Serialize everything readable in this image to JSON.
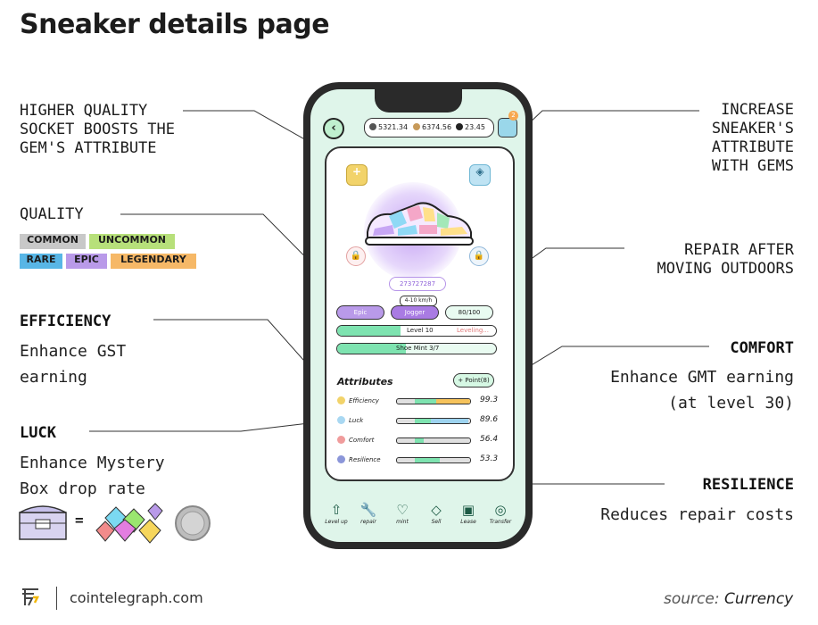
{
  "title": "Sneaker details page",
  "callouts": {
    "socket": "HIGHER QUALITY\nSOCKET BOOSTS THE\nGEM'S ATTRIBUTE",
    "quality_heading": "QUALITY",
    "quality_tags": [
      "COMMON",
      "UNCOMMON",
      "RARE",
      "EPIC",
      "LEGENDARY"
    ],
    "efficiency_heading": "EFFICIENCY",
    "efficiency_desc": "Enhance GST\nearning",
    "luck_heading": "LUCK",
    "luck_desc": "Enhance Mystery\nBox drop rate",
    "equals": "=",
    "gems": "INCREASE\nSNEAKER'S\nATTRIBUTE\nWITH GEMS",
    "repair": "REPAIR AFTER\nMOVING OUTDOORS",
    "comfort_heading": "COMFORT",
    "comfort_desc": "Enhance GMT earning\n(at level 30)",
    "resilience_heading": "RESILIENCE",
    "resilience_desc": "Reduces repair costs"
  },
  "colors": {
    "common": "#c8c8c8",
    "uncommon": "#b7e07a",
    "rare": "#58b6e6",
    "epic": "#b99ae9",
    "legendary": "#f6b867",
    "screen_bg": "#dff5ea",
    "accent_green": "#7ee3b0",
    "purple": "#a97be3"
  },
  "phone": {
    "balances": [
      "5321.34",
      "6374.56",
      "23.45"
    ],
    "notification_count": "2",
    "sneaker_id": "273727287",
    "speed_range": "4-10 km/h",
    "quality_label": "Epic",
    "type_label": "Jogger",
    "durability": "80/100",
    "level_text": "Level 10",
    "leveling_text": "Leveling...",
    "level_progress": 0.4,
    "shoe_mint": "Shoe Mint 3/7",
    "shoe_mint_progress": 0.43,
    "attributes_heading": "Attributes",
    "point_button": "+ Point(8)",
    "attributes": [
      {
        "name": "Efficiency",
        "value": "99.3"
      },
      {
        "name": "Luck",
        "value": "89.6"
      },
      {
        "name": "Comfort",
        "value": "56.4"
      },
      {
        "name": "Resilience",
        "value": "53.3"
      }
    ],
    "nav": [
      "Level up",
      "repair",
      "mint",
      "Sell",
      "Lease",
      "Transfer"
    ],
    "nav_icons": [
      "level-up-icon",
      "wrench-icon",
      "heart-icon",
      "tag-icon",
      "calendar-icon",
      "globe-icon"
    ]
  },
  "footer": {
    "site": "cointelegraph.com",
    "source_prefix": "source:",
    "source_name": "Currency"
  }
}
